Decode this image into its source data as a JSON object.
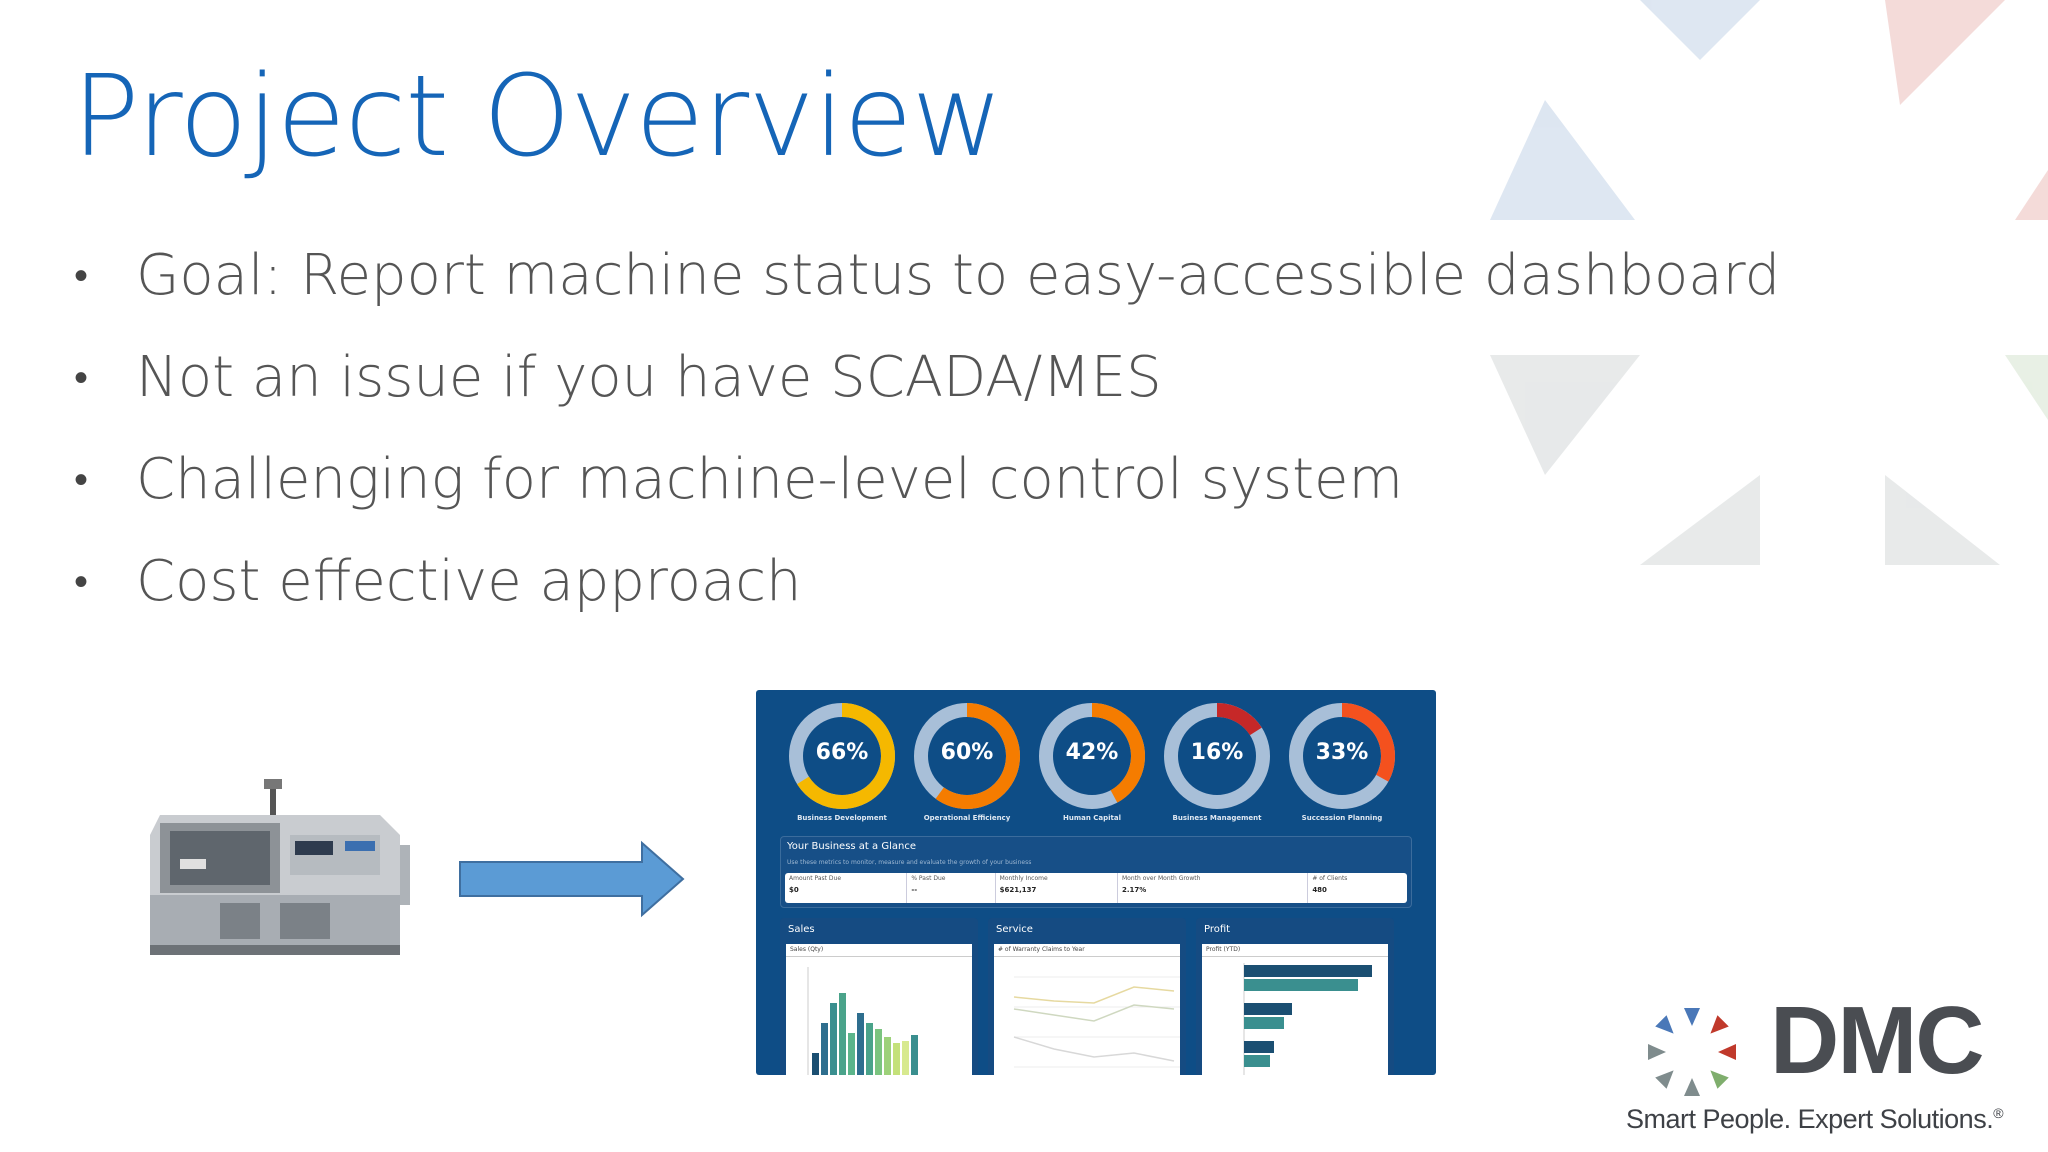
{
  "slide": {
    "title": "Project Overview",
    "bullets": [
      {
        "text": "Goal: Report machine status to easy-accessible dashboard"
      },
      {
        "text": "Not an issue if you have SCADA/MES"
      },
      {
        "text": "Challenging for machine-level control system"
      },
      {
        "text": "Cost effective approach"
      }
    ],
    "bullet_glyph": "•"
  },
  "dashboard": {
    "gauges": [
      {
        "pct": "66%",
        "value": 0.66,
        "label": "Business Development",
        "color": "#f5b800"
      },
      {
        "pct": "60%",
        "value": 0.6,
        "label": "Operational Efficiency",
        "color": "#f57c00"
      },
      {
        "pct": "42%",
        "value": 0.42,
        "label": "Human Capital",
        "color": "#f57c00"
      },
      {
        "pct": "16%",
        "value": 0.16,
        "label": "Business Management",
        "color": "#c62828"
      },
      {
        "pct": "33%",
        "value": 0.33,
        "label": "Succession Planning",
        "color": "#f4511e"
      }
    ],
    "glance": {
      "title": "Your Business at a Glance",
      "subtitle": "Use these metrics to monitor, measure and evaluate the growth of your business",
      "kpis": [
        {
          "label": "Amount Past Due",
          "value": "$0"
        },
        {
          "label": "% Past Due",
          "value": "--"
        },
        {
          "label": "Monthly Income",
          "value": "$621,137"
        },
        {
          "label": "Month over Month Growth",
          "value": "2.17%"
        },
        {
          "label": "# of Clients",
          "value": "480"
        }
      ]
    },
    "panels": [
      {
        "title": "Sales",
        "select": "Sales (Qty)"
      },
      {
        "title": "Service",
        "select": "# of Warranty Claims to Year"
      },
      {
        "title": "Profit",
        "select": "Profit (YTD)"
      }
    ]
  },
  "logo": {
    "wordmark": "DMC",
    "tagline": "Smart People. Expert Solutions.",
    "registered": "®"
  },
  "colors": {
    "title": "#1565b7",
    "body_text": "#555555",
    "arrow": "#5b9bd5",
    "dashboard_bg": "#0e4d86"
  }
}
